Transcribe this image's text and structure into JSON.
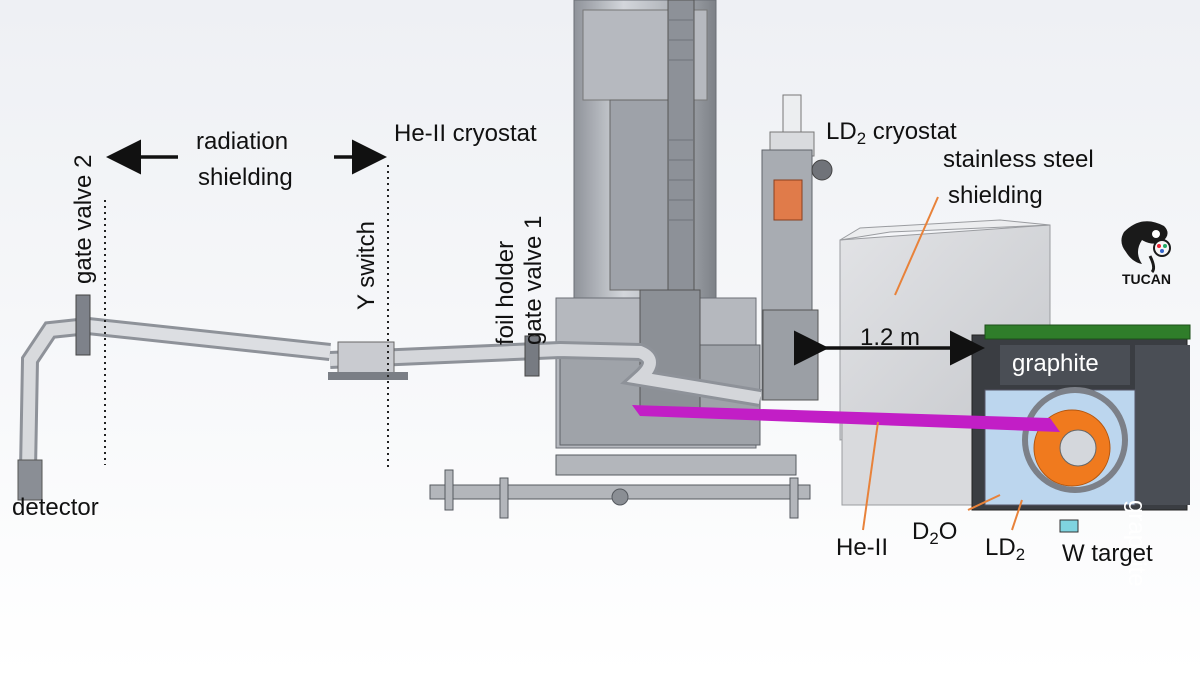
{
  "labels": {
    "gate_valve_2": "gate valve 2",
    "radiation": "radiation",
    "shielding": "shielding",
    "heii_cryostat": "He-II cryostat",
    "ld2_prefix": "LD",
    "ld2_sub": "2",
    "ld2_cryostat_suffix": " cryostat",
    "stainless_steel": "stainless steel",
    "ss_shielding": "shielding",
    "y_switch": "Y switch",
    "foil_holder": "foil holder",
    "gate_valve_1": "gate valve 1",
    "distance": "1.2 m",
    "graphite_top": "graphite",
    "graphite_side": "graphite",
    "detector": "detector",
    "heii": "He-II",
    "d2o_prefix": "D",
    "d2o_sub": "2",
    "d2o_suffix": "O",
    "ld2_bottom_prefix": "LD",
    "ld2_bottom_sub": "2",
    "w_target": "W target",
    "logo_text": "TUCAN"
  },
  "colors": {
    "magenta_channel": "#c21ec6",
    "orange_ld2": "#f07a1e",
    "leader": "#e8823a",
    "green_frame": "#2f7d2a",
    "steel": "#b9bcc2",
    "dark_steel": "#5c6068",
    "water_blue": "#bcd6ee"
  }
}
